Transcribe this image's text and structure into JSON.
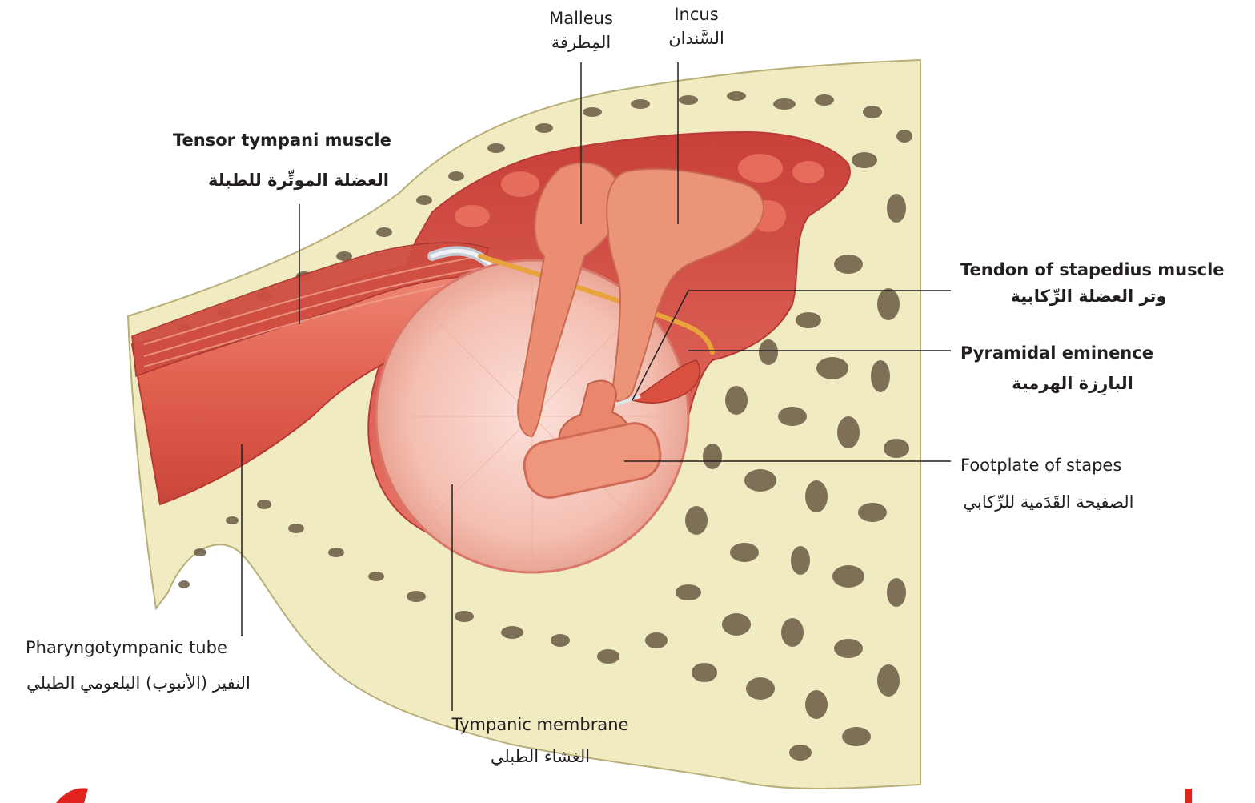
{
  "labels": {
    "malleus": {
      "en": "Malleus",
      "ar": "المِطرقة"
    },
    "incus": {
      "en": "Incus",
      "ar": "السَّندان"
    },
    "tensor_tympani": {
      "en": "Tensor tympani muscle",
      "ar": "العضلة الموتِّرة للطبلة"
    },
    "stapedius_tendon": {
      "en": "Tendon of  stapedius muscle",
      "ar": "وتر العضلة الرِّكابية"
    },
    "pyramidal_eminence": {
      "en": "Pyramidal eminence",
      "ar": "البارِزة الهرمية"
    },
    "footplate_stapes": {
      "en": "Footplate of stapes",
      "ar": "الصفيحة القَدَمية للرِّكابي"
    },
    "pharyngotympanic": {
      "en": "Pharyngotympanic tube",
      "ar": "النفير (الأنبوب) البلعومي الطبلي"
    },
    "tympanic_membrane": {
      "en": "Tympanic membrane",
      "ar": "الغشاء الطبلي"
    }
  },
  "colors": {
    "bone": "#f1ebc2",
    "bone_outline": "#b8ae78",
    "marrow": "#6b5a45",
    "cavity": "#d9554b",
    "cavity_light": "#f08a78",
    "ossicle": "#eb8d72",
    "membrane": "#f6c6bb",
    "muscle": "#d95b4b",
    "nerve": "#e8a33a",
    "tendon": "#d8dde3",
    "accent_red": "#e1231f"
  }
}
